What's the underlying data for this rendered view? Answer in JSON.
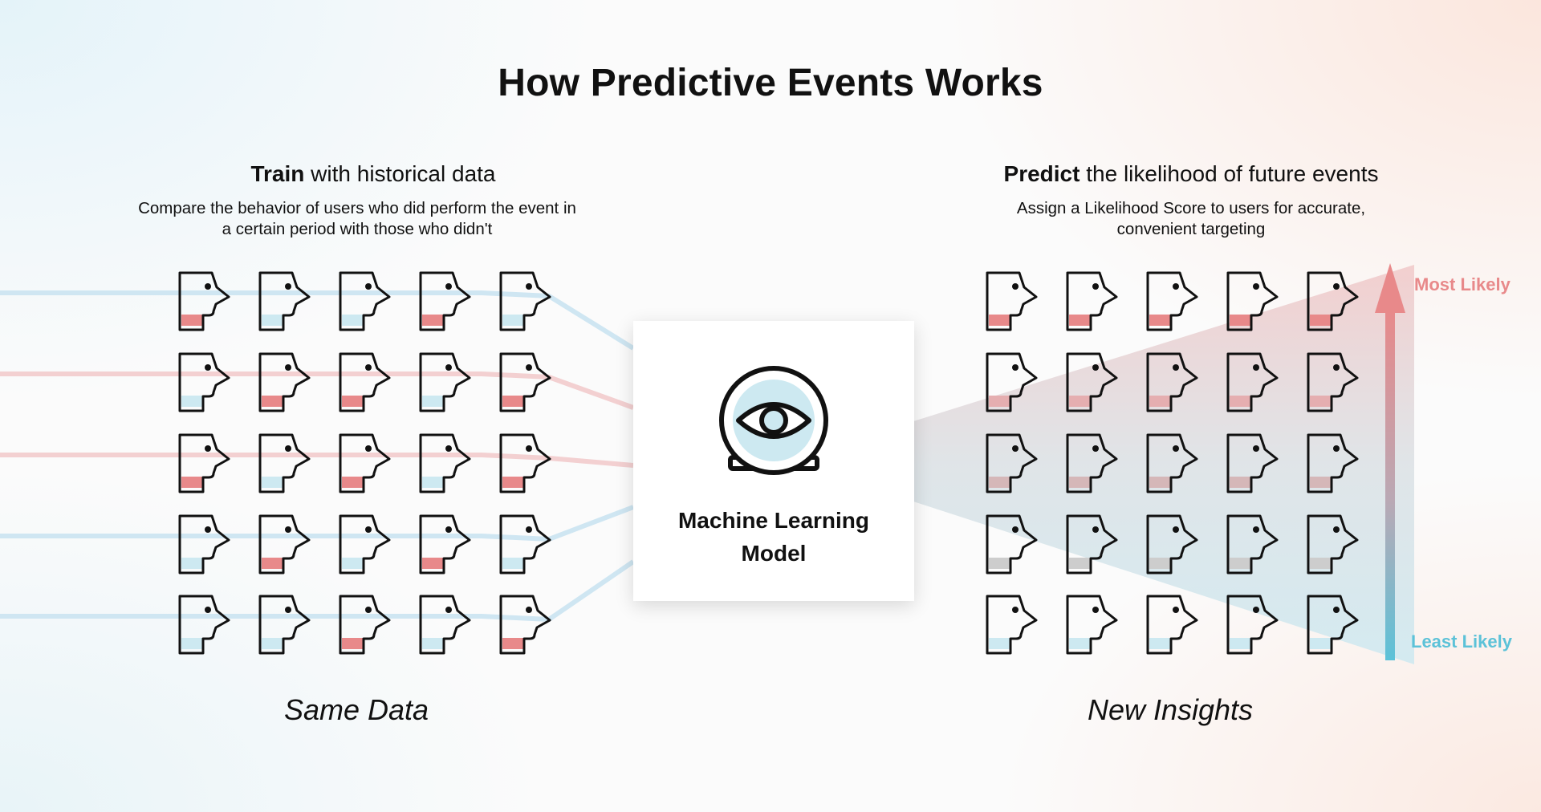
{
  "title": "How Predictive Events Works",
  "left": {
    "heading_bold": "Train",
    "heading_rest": "with historical data",
    "subtitle_line1": "Compare the behavior of users who did perform the event in",
    "subtitle_line2": "a certain period with those who didn't",
    "footer": "Same Data",
    "grid": [
      [
        "red",
        "blue",
        "blue",
        "red",
        "blue"
      ],
      [
        "blue",
        "red",
        "red",
        "blue",
        "red"
      ],
      [
        "red",
        "blue",
        "red",
        "blue",
        "red"
      ],
      [
        "blue",
        "red",
        "blue",
        "red",
        "blue"
      ],
      [
        "blue",
        "blue",
        "red",
        "blue",
        "red"
      ]
    ]
  },
  "right": {
    "heading_bold": "Predict",
    "heading_rest": "the likelihood of future events",
    "subtitle_line1": "Assign a Likelihood Score to users for accurate,",
    "subtitle_line2": "convenient targeting",
    "footer": "New Insights",
    "row_colors": [
      "#e8898a",
      "#e5aeb0",
      "#d5b7b8",
      "#cdcdcd",
      "#cde9f1"
    ]
  },
  "model": {
    "line1": "Machine Learning",
    "line2": "Model",
    "icon": "eye-icon"
  },
  "scale": {
    "top_label": "Most Likely",
    "bottom_label": "Least Likely"
  },
  "colors": {
    "red": "#e8898a",
    "blue": "#cde9f1",
    "red_line": "#f3d0d1",
    "blue_line": "#cfe6f2",
    "most_likely": "#e8898a",
    "least_likely": "#5cc2d8"
  }
}
